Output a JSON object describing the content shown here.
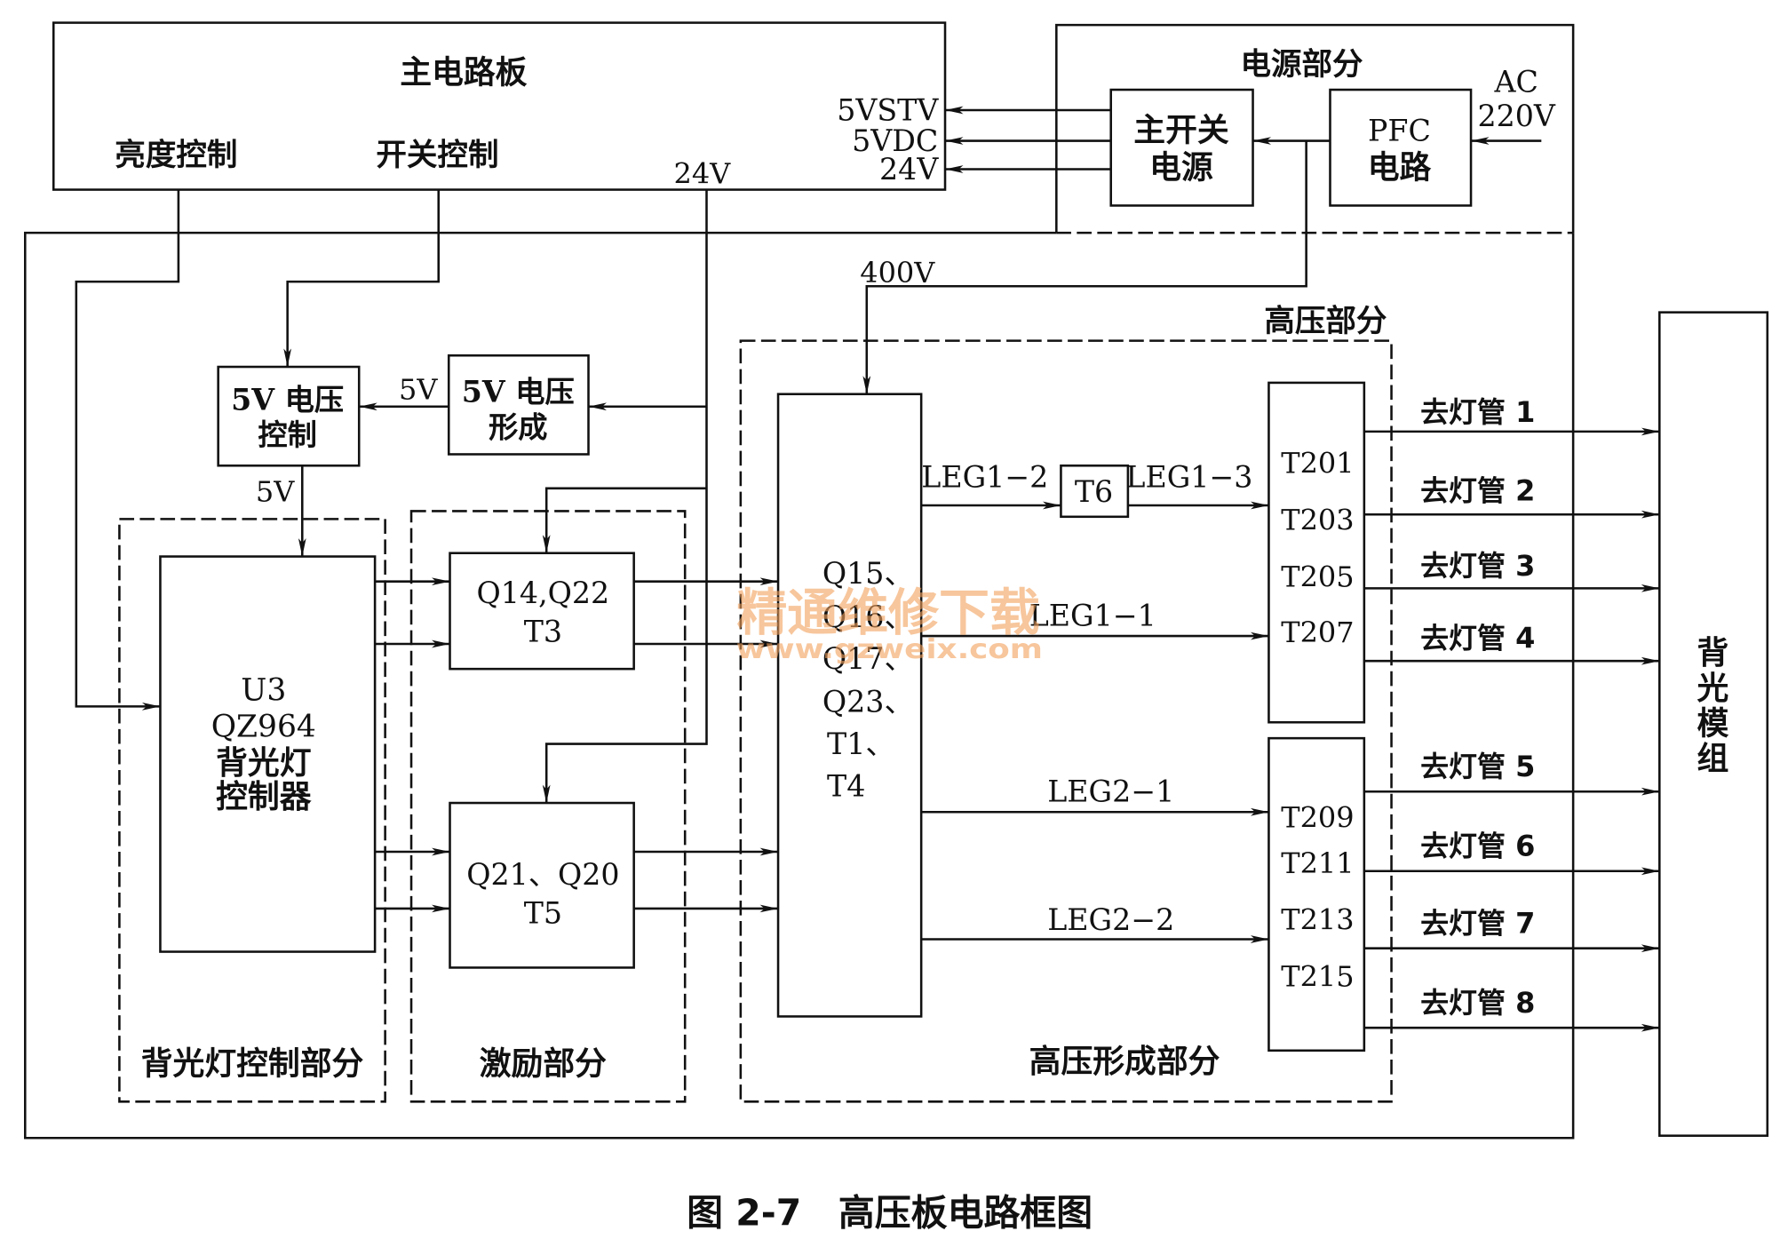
{
  "diagram": {
    "main_board": {
      "title": "主电路板",
      "brightness_control": "亮度控制",
      "switch_control": "开关控制",
      "outputs": [
        "5VSTV",
        "5VDC",
        "24V"
      ]
    },
    "power_section": {
      "title": "电源部分",
      "main_switching_supply": [
        "主开关",
        "电源"
      ],
      "pfc_circuit": [
        "PFC",
        "电路"
      ],
      "ac_input": [
        "AC",
        "220V"
      ]
    },
    "rail_labels": {
      "v24_bus": "24V",
      "v400": "400V",
      "v5_forming_to_control": "5V",
      "v5_control_to_u3": "5V"
    },
    "v5_control": [
      "5V 电压",
      "控制"
    ],
    "v5_forming": [
      "5V 电压",
      "形成"
    ],
    "backlight_control_section": {
      "title": "背光灯控制部分",
      "u3_controller": [
        "U3",
        "QZ964",
        "背光灯",
        "控制器"
      ]
    },
    "drive_section": {
      "title": "激励部分",
      "upper_stage": [
        "Q14,Q22",
        "T3"
      ],
      "lower_stage": [
        "Q21、Q20",
        "T5"
      ]
    },
    "high_voltage_section": {
      "title": "高压部分",
      "forming_title": "高压形成部分",
      "core_components": [
        "Q15、",
        "Q16、",
        "Q17、",
        "Q23、",
        "T1、",
        "T4"
      ],
      "t6": "T6",
      "legs": {
        "leg1_2": "LEG1−2",
        "leg1_3": "LEG1−3",
        "leg1_1": "LEG1−1",
        "leg2_1": "LEG2−1",
        "leg2_2": "LEG2−2"
      },
      "transformer_group_1": [
        "T201",
        "T203",
        "T205",
        "T207"
      ],
      "transformer_group_2": [
        "T209",
        "T211",
        "T213",
        "T215"
      ]
    },
    "lamp_outputs": [
      "去灯管 1",
      "去灯管 2",
      "去灯管 3",
      "去灯管 4",
      "去灯管 5",
      "去灯管 6",
      "去灯管 7",
      "去灯管 8"
    ],
    "backlight_module": "背光模组"
  },
  "caption": {
    "figure_number": "图 2-7",
    "title": "高压板电路框图"
  },
  "watermark": {
    "text": "精通维修下载",
    "url": "www.gzweix.com"
  },
  "colors": {
    "line": "#111111",
    "background": "#ffffff",
    "watermark": "#f2a15c"
  }
}
